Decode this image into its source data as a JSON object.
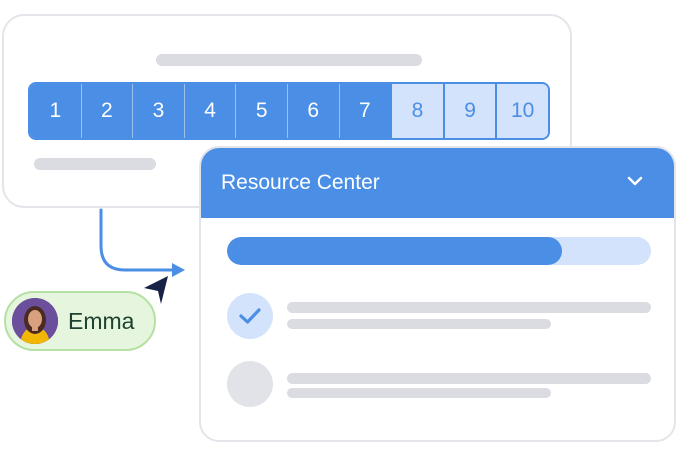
{
  "nps_card": {
    "scale": [
      "1",
      "2",
      "3",
      "4",
      "5",
      "6",
      "7",
      "8",
      "9",
      "10"
    ]
  },
  "user": {
    "name": "Emma"
  },
  "resource_center": {
    "title": "Resource Center",
    "progress": 0.79,
    "items": [
      {
        "state": "completed",
        "icon": "check-icon"
      },
      {
        "state": "pending"
      }
    ]
  },
  "colors": {
    "accent": "#4a8ee6",
    "accent_light": "#d3e3fb",
    "skeleton": "#dadce2",
    "user_pill_bg": "#e6f6de",
    "user_pill_border": "#b5e0a4"
  }
}
